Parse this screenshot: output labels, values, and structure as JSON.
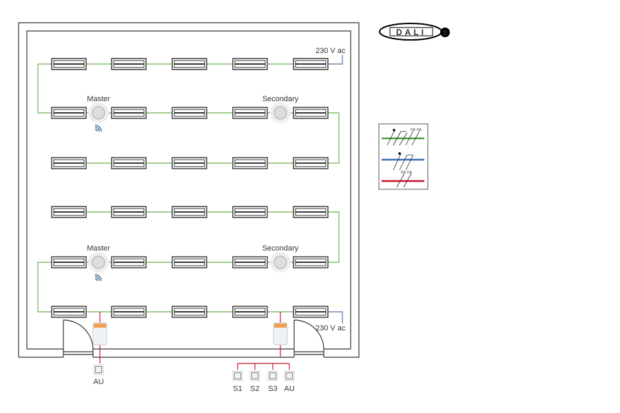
{
  "labels": {
    "master": "Master",
    "secondary": "Secondary",
    "power_top": "230 V ac",
    "power_bottom": "230 V ac",
    "au_left": "AU",
    "s1": "S1",
    "s2": "S2",
    "s3": "S3",
    "au_right": "AU"
  },
  "logo": {
    "text": "DALI",
    "version": "2"
  },
  "legend": {
    "da1": "DA",
    "da2": "DA",
    "da3": "DA",
    "da4": "DA"
  },
  "colors": {
    "dali_bus": "#6ab04c",
    "mains": "#4a78b0",
    "control": "#c8102e"
  }
}
